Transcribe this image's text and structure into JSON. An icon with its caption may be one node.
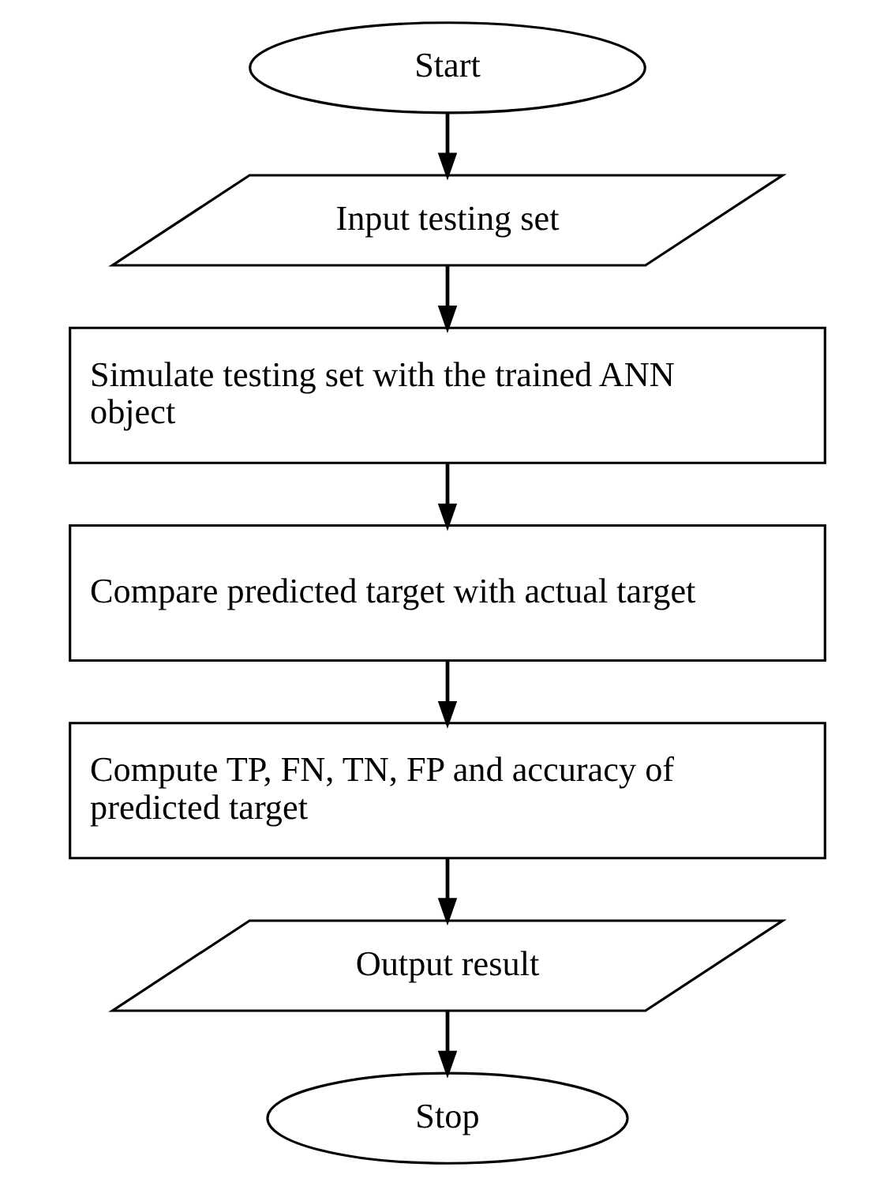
{
  "diagram": {
    "nodes": [
      {
        "text": [
          "Start"
        ]
      },
      {
        "text": [
          "Input testing set"
        ]
      },
      {
        "text": [
          "Simulate testing set with the trained ANN object"
        ]
      },
      {
        "text": [
          "Compare predicted target with actual target"
        ]
      },
      {
        "text": [
          "Compute TP, FN, TN, FP and accuracy of predicted target"
        ]
      },
      {
        "text": [
          "Output result"
        ]
      },
      {
        "text": [
          "Stop"
        ]
      }
    ],
    "edges": [
      {
        "from": 0,
        "to": 1,
        "arrow": "to"
      },
      {
        "from": 1,
        "to": 2,
        "arrow": "to"
      },
      {
        "from": 2,
        "to": 3,
        "arrow": "to"
      },
      {
        "from": 3,
        "to": 4,
        "arrow": "to"
      },
      {
        "from": 4,
        "to": 5,
        "arrow": "to"
      },
      {
        "from": 5,
        "to": 6,
        "arrow": "to"
      }
    ]
  }
}
